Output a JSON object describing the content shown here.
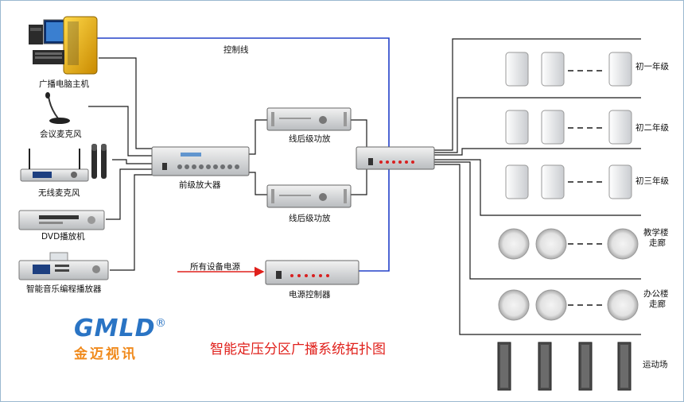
{
  "labels": {
    "pc": "广播电脑主机",
    "conference_mic": "会议麦克风",
    "wireless_mic": "无线麦克风",
    "dvd": "DVD播放机",
    "programmer": "智能音乐编程播放器",
    "preamp": "前级放大器",
    "amp_top": "线后级功放",
    "amp_bottom": "线后级功放",
    "control_line": "控制线",
    "all_power": "所有设备电源",
    "power_controller": "电源控制器",
    "zone_grade1": "初一年级",
    "zone_grade2": "初二年级",
    "zone_grade3": "初三年级",
    "zone_teaching_l1": "教学楼",
    "zone_teaching_l2": "走廊",
    "zone_office_l1": "办公楼",
    "zone_office_l2": "走廊",
    "zone_sports": "运动场",
    "title": "智能定压分区广播系统拓扑图"
  },
  "logo": {
    "brand_text": "GMLD",
    "brand_cn": "金迈视讯",
    "registered": "®"
  },
  "colors": {
    "control_line": "#2340c8",
    "power_arrow": "#e0201b",
    "title": "#e0201b",
    "logo_blue": "#2a74c4",
    "logo_orange": "#f08a1c",
    "wire": "#1a1a1a"
  }
}
